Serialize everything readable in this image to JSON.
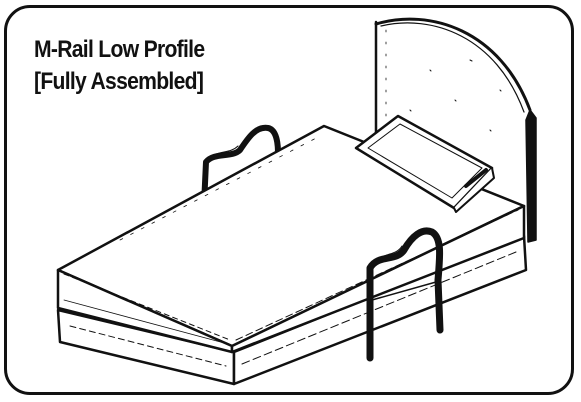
{
  "caption": {
    "line1": "M-Rail Low Profile",
    "line2": "[Fully Assembled]"
  },
  "colors": {
    "ink": "#111111",
    "paper": "#ffffff"
  },
  "illustration": {
    "subject": "bed-with-m-rail-illustration",
    "parts": [
      "headboard",
      "mattress",
      "box-spring",
      "pillow",
      "m-rail-handle-rear",
      "m-rail-handle-front"
    ]
  }
}
